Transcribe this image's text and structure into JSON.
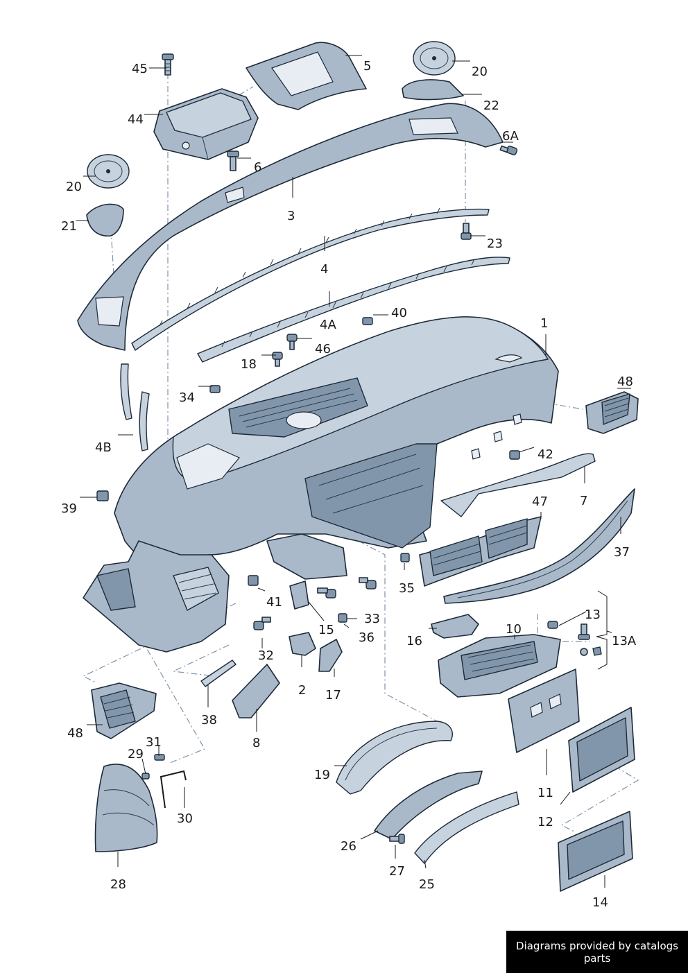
{
  "labels": {
    "l45": "45",
    "l5": "5",
    "l20a": "20",
    "l22": "22",
    "l44": "44",
    "l6a_": "6A",
    "l6": "6",
    "l20b": "20",
    "l3": "3",
    "l21": "21",
    "l23": "23",
    "l4": "4",
    "l4a": "4A",
    "l40": "40",
    "l1": "1",
    "l46": "46",
    "l18": "18",
    "l48a": "48",
    "l34": "34",
    "l4b": "4B",
    "l42": "42",
    "l39": "39",
    "l47": "47",
    "l7": "7",
    "l37": "37",
    "l35": "35",
    "l41": "41",
    "l33": "33",
    "l13": "13",
    "l15": "15",
    "l36": "36",
    "l10": "10",
    "l16": "16",
    "l13a": "13A",
    "l32": "32",
    "l2": "2",
    "l17": "17",
    "l48b": "48",
    "l38": "38",
    "l8": "8",
    "l31": "31",
    "l29": "29",
    "l19": "19",
    "l11": "11",
    "l30": "30",
    "l12": "12",
    "l26": "26",
    "l27": "27",
    "l25": "25",
    "l28": "28",
    "l14": "14"
  },
  "footer": {
    "credit": "Diagrams provided by catalogs parts"
  }
}
